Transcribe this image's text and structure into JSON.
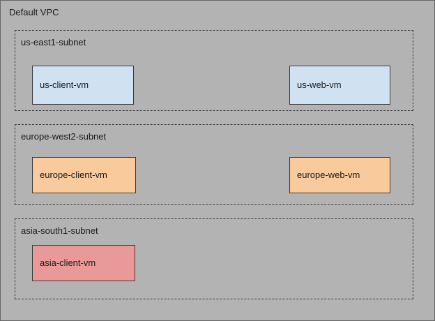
{
  "diagram": {
    "title": "Default VPC",
    "background_color": "#b3b3b3",
    "border_color": "#666666",
    "subnets": [
      {
        "id": "us-east1-subnet",
        "label": "us-east1-subnet",
        "vms": [
          {
            "id": "us-client-vm",
            "label": "us-client-vm",
            "fill": "#d0e2f2"
          },
          {
            "id": "us-web-vm",
            "label": "us-web-vm",
            "fill": "#d0e2f2"
          }
        ]
      },
      {
        "id": "europe-west2-subnet",
        "label": "europe-west2-subnet",
        "vms": [
          {
            "id": "europe-client-vm",
            "label": "europe-client-vm",
            "fill": "#f9cb9c"
          },
          {
            "id": "europe-web-vm",
            "label": "europe-web-vm",
            "fill": "#f9cb9c"
          }
        ]
      },
      {
        "id": "asia-south1-subnet",
        "label": "asia-south1-subnet",
        "vms": [
          {
            "id": "asia-client-vm",
            "label": "asia-client-vm",
            "fill": "#ea9999"
          }
        ]
      }
    ]
  }
}
